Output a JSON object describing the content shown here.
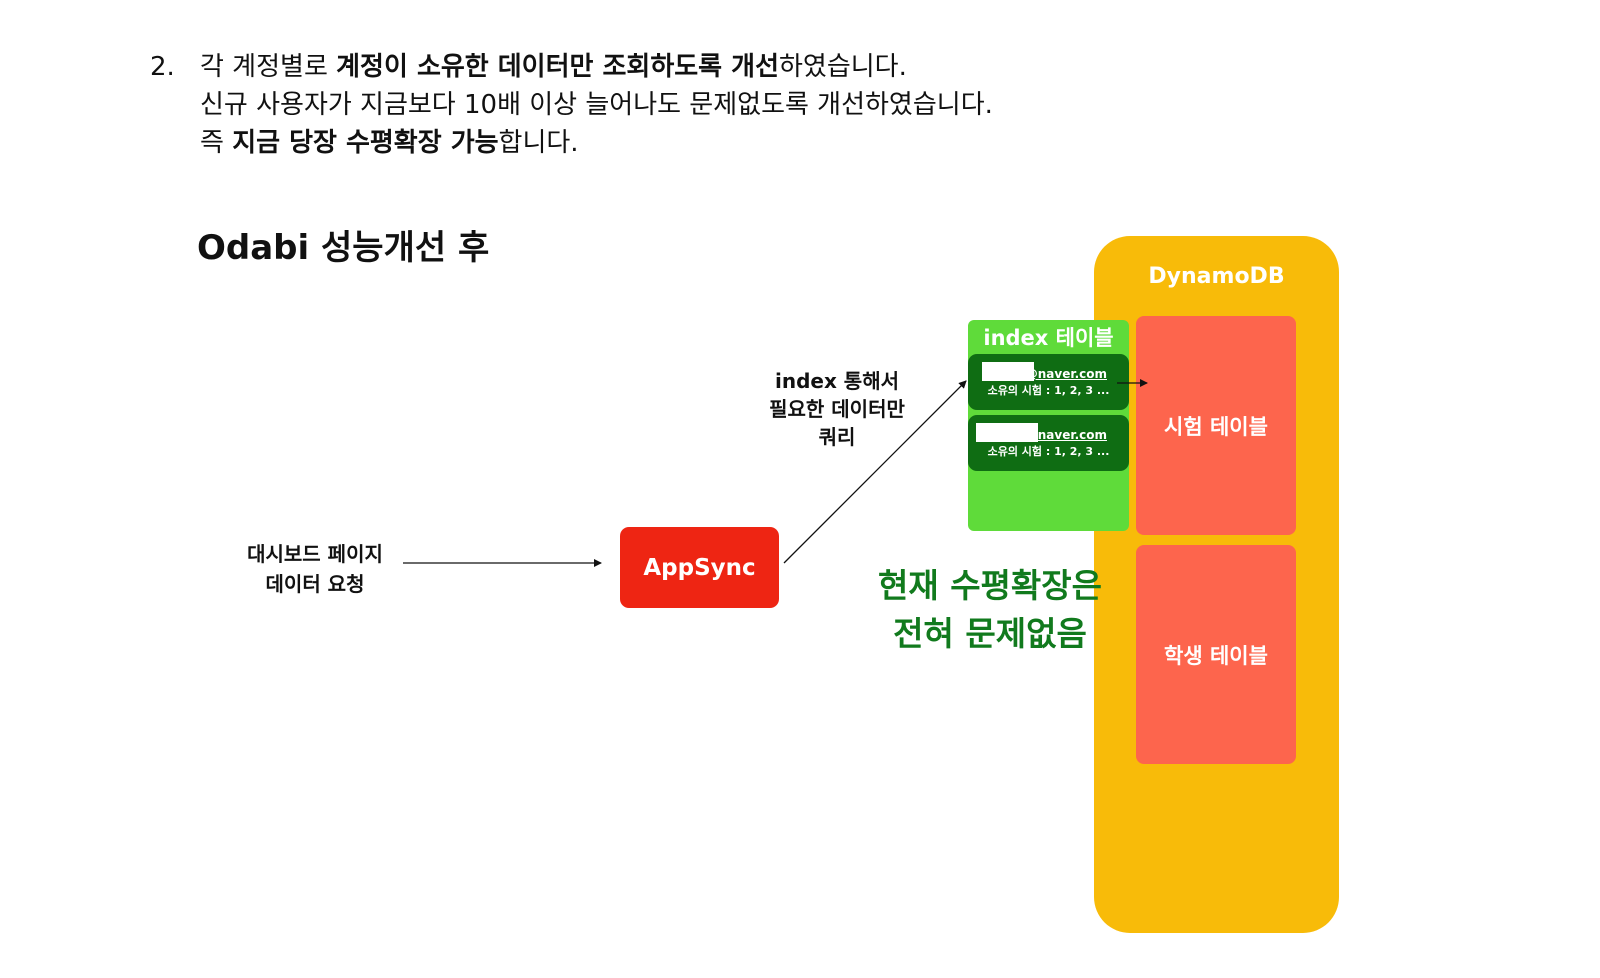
{
  "intro": {
    "number": "2.",
    "line1_a": "각 계정별로 ",
    "line1_b": "계정이 소유한 데이터만 조회하도록 개선",
    "line1_c": "하였습니다.",
    "line2": "신규 사용자가 지금보다 10배 이상 늘어나도 문제없도록 개선하였습니다.",
    "line3_a": "즉 ",
    "line3_b": "지금 당장 수평확장 가능",
    "line3_c": "합니다."
  },
  "title": "Odabi 성능개선 후",
  "nodes": {
    "dashboard_request": [
      "대시보드 페이지",
      "데이터 요청"
    ],
    "appsync": "AppSync",
    "query_label": [
      "index 통해서",
      "필요한 데이터만",
      "쿼리"
    ],
    "dynamodb": "DynamoDB",
    "index_table": "index 테이블",
    "index_records": [
      {
        "email": "@naver.com",
        "owned": "소유의 시험 : 1, 2, 3 ..."
      },
      {
        "email": "@naver.com",
        "owned": "소유의 시험 : 1, 2, 3 ..."
      }
    ],
    "exam_table": "시험 테이블",
    "student_table": "학생 테이블",
    "scale_note": [
      "현재 수평확장은",
      "전혀 문제없음"
    ]
  },
  "colors": {
    "dynamodb": "#f8bb09",
    "table": "#fd654d",
    "index": "#5fdb3a",
    "record": "#0f6d13",
    "appsync": "#ee2513",
    "scale_note": "#117a1d"
  }
}
